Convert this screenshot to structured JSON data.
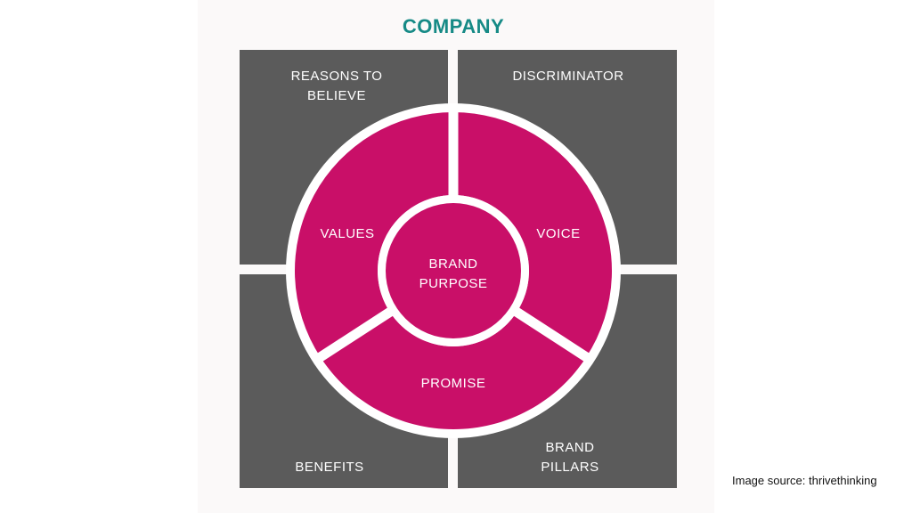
{
  "title": "COMPANY",
  "colors": {
    "title": "#168a86",
    "quadrant": "#5b5b5b",
    "ring": "#c90f68",
    "gap": "#ffffff",
    "text": "#ffffff"
  },
  "quadrants": {
    "top_left": [
      "REASONS TO",
      "BELIEVE"
    ],
    "top_right": [
      "DISCRIMINATOR"
    ],
    "bottom_left": [
      "BENEFITS"
    ],
    "bottom_right": [
      "BRAND",
      "PILLARS"
    ]
  },
  "ring_segments": {
    "left": "VALUES",
    "right": "VOICE",
    "bottom": "PROMISE"
  },
  "center": [
    "BRAND",
    "PURPOSE"
  ],
  "source_note": "Image source: thrivethinking"
}
